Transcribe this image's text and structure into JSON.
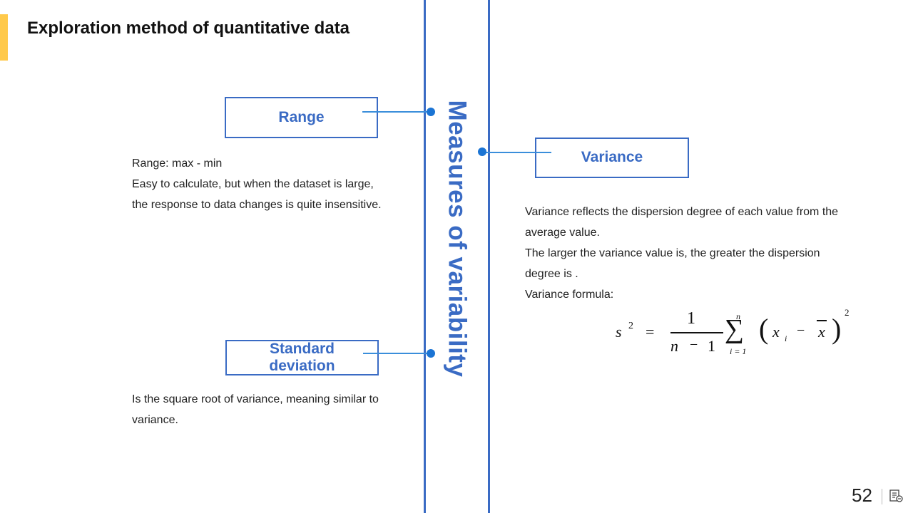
{
  "slide": {
    "title": "Exploration method of quantitative data",
    "vertical_title": "Measures of variability",
    "page_number": "52"
  },
  "range": {
    "label": "Range",
    "lines": [
      "Range: max - min",
      "Easy to calculate, but when the dataset is large,",
      "the response to data changes is quite insensitive."
    ]
  },
  "standard_deviation": {
    "label_line1": "Standard",
    "label_line2": "deviation",
    "lines": [
      "Is the square root of variance, meaning similar to",
      "variance."
    ]
  },
  "variance": {
    "label": "Variance",
    "lines": [
      "Variance reflects the dispersion degree of each value from the",
      "average value.",
      "The larger the variance value is, the greater the dispersion",
      "degree is .",
      "Variance formula:"
    ]
  },
  "formula": {
    "lhs": "s",
    "lhs_exp": "2",
    "equals": "=",
    "numerator": "1",
    "denominator_n": "n",
    "denominator_minus": "−",
    "denominator_one": "1",
    "sum_symbol": "∑",
    "sum_upper": "n",
    "sum_lower": "i = 1",
    "open_paren": "(",
    "x": "x",
    "x_sub": "i",
    "minus": "−",
    "xbar": "x",
    "close_paren": ")",
    "outer_exp": "2"
  },
  "colors": {
    "accent": "#FFC94A",
    "brand_blue": "#3A6BC4",
    "connector_blue": "#3A8EDB",
    "dot_blue": "#1B74D4"
  },
  "icons": {
    "notes": "notes-icon"
  }
}
